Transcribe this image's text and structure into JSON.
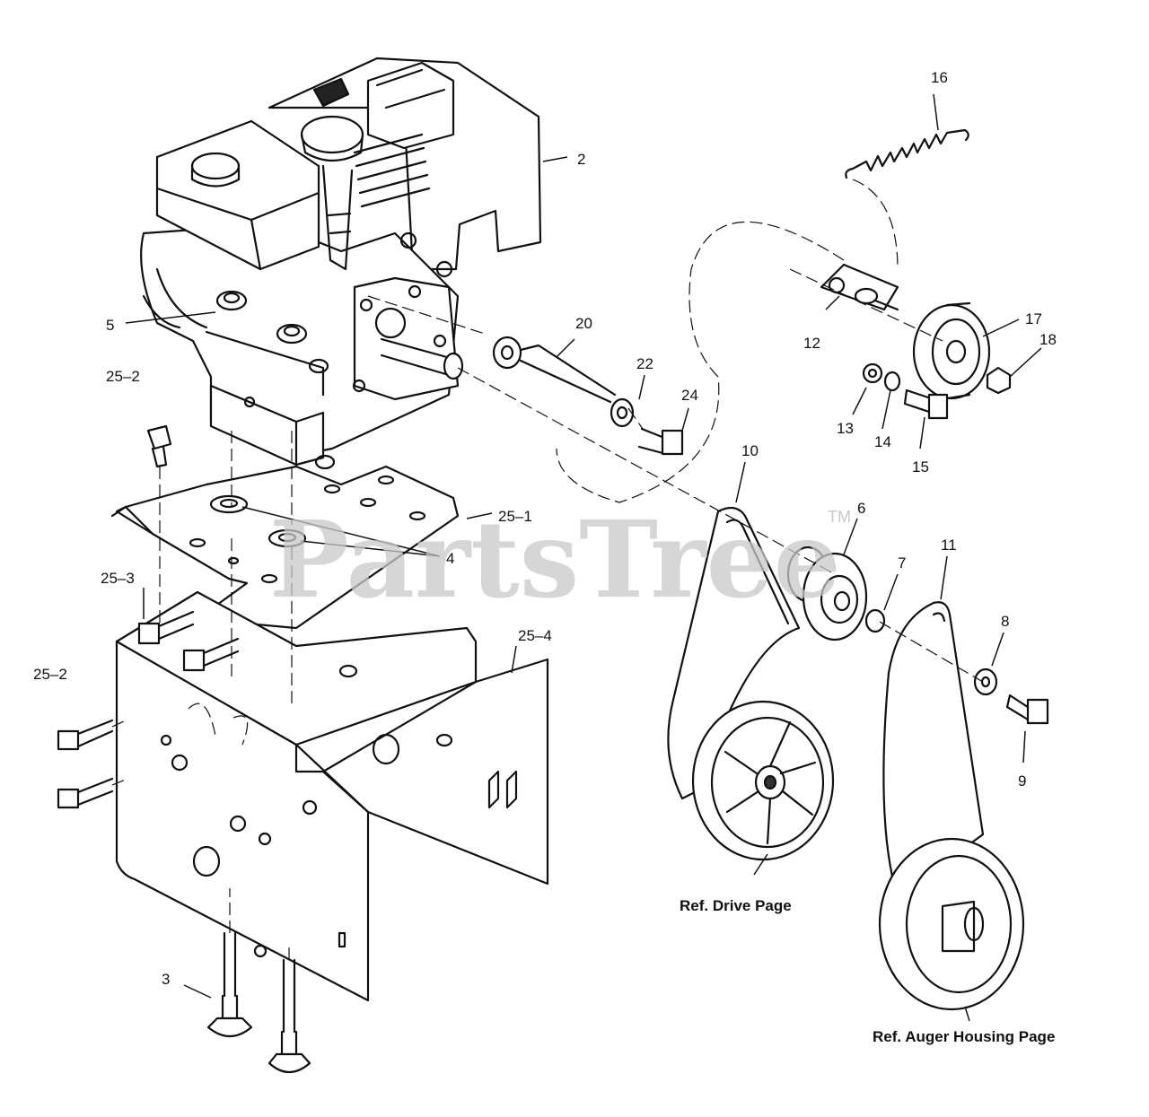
{
  "diagram": {
    "callouts": {
      "c2": "2",
      "c3": "3",
      "c4": "4",
      "c5": "5",
      "c6": "6",
      "c7": "7",
      "c8": "8",
      "c9": "9",
      "c10": "10",
      "c11": "11",
      "c12": "12",
      "c13": "13",
      "c14": "14",
      "c15": "15",
      "c16": "16",
      "c17": "17",
      "c18": "18",
      "c20": "20",
      "c22": "22",
      "c24": "24",
      "c25_1": "25–1",
      "c25_2a": "25–2",
      "c25_2b": "25–2",
      "c25_3": "25–3",
      "c25_4": "25–4"
    },
    "references": {
      "drive": "Ref. Drive Page",
      "auger": "Ref. Auger Housing Page"
    },
    "watermark": {
      "text": "PartsTree",
      "tm": "TM"
    }
  }
}
